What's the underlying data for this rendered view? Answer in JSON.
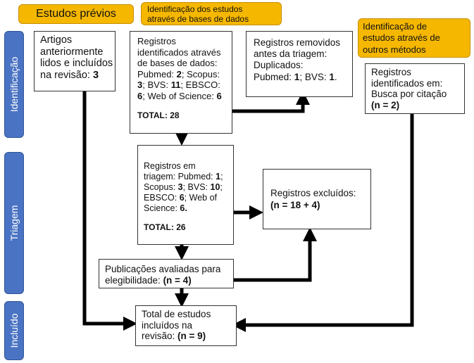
{
  "headers": {
    "previous": "Estudos prévios",
    "databases_line1": "Identificação dos estudos",
    "databases_line2": "através de bases de dados",
    "other_line1": "Identificação de",
    "other_line2": "estudos através de",
    "other_line3": "outros métodos"
  },
  "sides": {
    "identification": "Identificação",
    "screening": "Triagem",
    "included": "Incluído"
  },
  "box_previous": {
    "l1": "Artigos",
    "l2": "anteriormente",
    "l3": "lidos e incluídos",
    "l4_pre": "na revisão: ",
    "l4_b": "3"
  },
  "box_identified": {
    "l1": "Registros",
    "l2": "identificados através",
    "l3": "de bases de dados:",
    "l4_pre": "Pubmed: ",
    "l4_b": "2",
    "l4_post": "; Scopus:",
    "l5_b1": "3",
    "l5_mid": "; BVS: ",
    "l5_b2": "11",
    "l5_post": "; EBSCO:",
    "l6_b1": "6",
    "l6_post": "; Web of Science: ",
    "l6_b2": "6",
    "total": "TOTAL: 28"
  },
  "box_removed": {
    "l1": "Registros removidos",
    "l2": "antes da triagem:",
    "l3": "Duplicados:",
    "l4_pre": "Pubmed: ",
    "l4_b1": "1",
    "l4_mid": "; BVS: ",
    "l4_b2": "1",
    "l4_post": "."
  },
  "box_citation": {
    "l1": "Registros",
    "l2": "identificados em:",
    "l3": "Busca por citação",
    "l4": "(n = 2)"
  },
  "box_screening": {
    "l1": "Registros em",
    "l2_pre": "triagem: Pubmed: ",
    "l2_b": "1",
    "l2_post": ";",
    "l3_pre": "Scopus: ",
    "l3_b1": "3",
    "l3_mid": "; BVS: ",
    "l3_b2": "10",
    "l3_post": ";",
    "l4_pre": "EBSCO: ",
    "l4_b": "6",
    "l4_post": "; Web of",
    "l5_pre": "Science: ",
    "l5_b": "6.",
    "total": "TOTAL: 26"
  },
  "box_excluded": {
    "l1": "Registros excluídos:",
    "l2": "(n = 18 + 4)"
  },
  "box_eligibility": {
    "l1": "Publicações avaliadas para",
    "l2_pre": "elegibilidade: ",
    "l2_b": "(n = 4)"
  },
  "box_included": {
    "l1": "Total de estudos",
    "l2": "incluídos na",
    "l3_pre": "revisão: ",
    "l3_b": "(n = 9)"
  },
  "colors": {
    "header": "#f5b700",
    "side": "#4a73c3",
    "arrow": "#000000"
  }
}
